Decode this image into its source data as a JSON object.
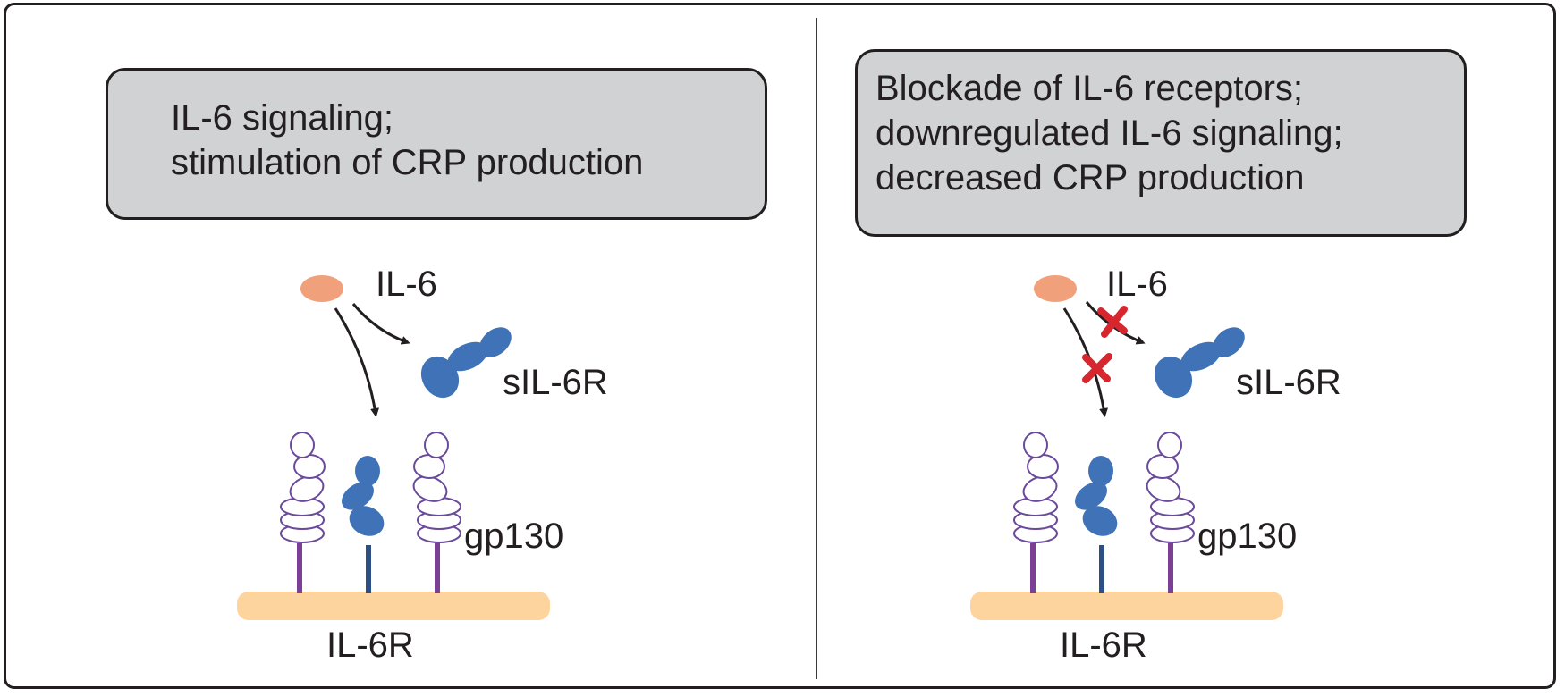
{
  "panels": {
    "left": {
      "title_lines": [
        "IL-6 signaling;",
        "stimulation of CRP production"
      ],
      "labels": {
        "il6": "IL-6",
        "sil6r": "sIL-6R",
        "gp130": "gp130",
        "il6r": "IL-6R"
      },
      "blocked": false
    },
    "right": {
      "title_lines": [
        "Blockade of IL-6 receptors;",
        "downregulated IL-6 signaling;",
        "decreased CRP production"
      ],
      "labels": {
        "il6": "IL-6",
        "sil6r": "sIL-6R",
        "gp130": "gp130",
        "il6r": "IL-6R"
      },
      "blocked": true
    }
  },
  "colors": {
    "title_box_fill": "#d1d2d4",
    "il6_ligand": "#f0a07a",
    "receptor_blue": "#3f72b7",
    "receptor_stem_blue": "#2e4e86",
    "gp130_outline": "#6a4a9a",
    "gp130_stem": "#7b3f96",
    "membrane": "#fdd49e",
    "block_mark": "#d7262e",
    "arrow": "#231f20"
  }
}
